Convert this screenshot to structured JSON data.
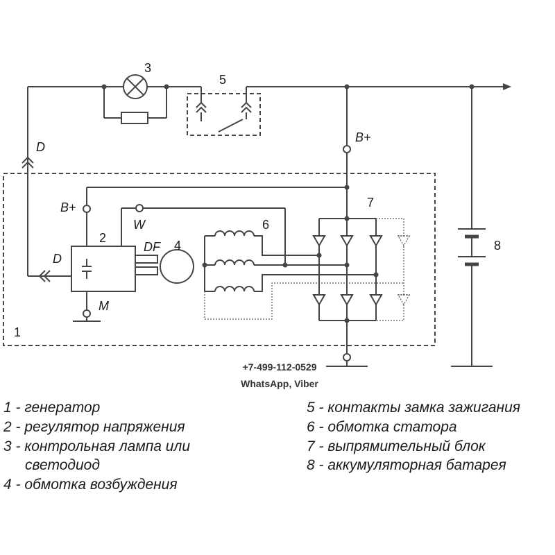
{
  "diagram": {
    "labels": {
      "lamp": "3",
      "ignition": "5",
      "d_top": "D",
      "bplus_right": "B+",
      "bplus_left": "B+",
      "w": "W",
      "regulator": "2",
      "df": "DF",
      "field": "4",
      "stator": "6",
      "rectifier": "7",
      "battery": "8",
      "d_left": "D",
      "m": "M",
      "generator": "1"
    }
  },
  "contact": {
    "phone": "+7-499-112-0529",
    "messengers": "WhatsApp, Viber"
  },
  "legend": {
    "left": [
      "1 - генератор",
      "2 - регулятор напряжения",
      "3 - контрольная лампа или",
      "светодиод",
      "4 - обмотка возбуждения"
    ],
    "right": [
      "5 - контакты замка зажигания",
      "6 - обмотка статора",
      "7 - выпрямительный блок",
      "8 - аккумуляторная батарея"
    ]
  }
}
